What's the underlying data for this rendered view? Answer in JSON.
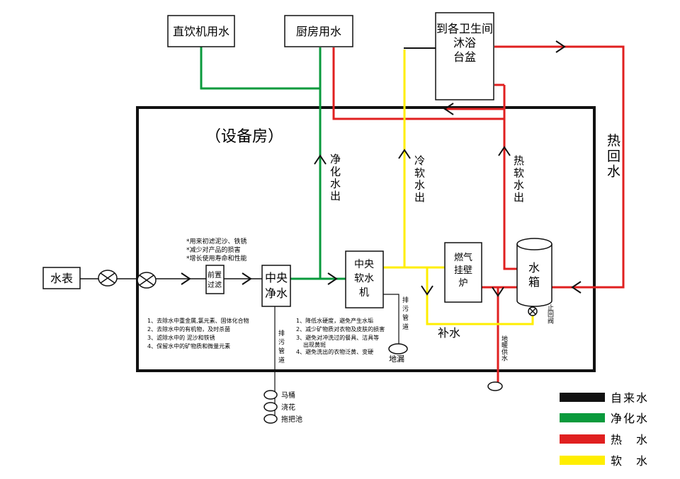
{
  "boxes": {
    "drinking": "直饮机用水",
    "kitchen": "厨房用水",
    "bathroom_lines": [
      "到各卫生间",
      "沐浴",
      "台盆"
    ],
    "water_meter": "水表",
    "prefilter_lines": [
      "前置",
      "过滤"
    ],
    "central_purifier_lines": [
      "中央",
      "净水"
    ],
    "central_softener_lines": [
      "中央",
      "软水",
      "机"
    ],
    "gas_boiler_lines": [
      "燃气",
      "挂壁",
      "炉"
    ],
    "water_tank_lines": [
      "水",
      "箱"
    ]
  },
  "room_title": "（设备房）",
  "flow_labels": {
    "purified_out": "净化水出",
    "cold_soft_out": "冷软水出",
    "hot_soft_out": "热软水出",
    "hot_return": "热回水",
    "makeup_water": "补水",
    "drain_pipe_1": "排污管道",
    "drain_pipe_2": "排污管道",
    "floor_drain": "地漏",
    "check_valve": "止回阀",
    "floor_heating": "地暖供水"
  },
  "notes": {
    "prefilter": [
      "*用来初滤泥沙、铁锈",
      "*减少对产品的损害",
      "*增长使用寿命和性能"
    ],
    "purifier": [
      "1、去除水中重金属,氯元素、固体化合物",
      "2、去除水中的有机物，及时杀菌",
      "3、滤除水中的 泥沙和铁锈",
      "4、保留水中的矿物质和微量元素"
    ],
    "softener": [
      "1、降低水硬度，避免产生水垢",
      "2、减少矿物质对衣物及皮肤的损害",
      "3、避免对冲洗过的餐具、洁具等",
      "出现黄斑",
      "4、避免洗出的衣物泛黄、变硬"
    ]
  },
  "outlets": [
    "马桶",
    "浇花",
    "拖把池"
  ],
  "legend": [
    {
      "label": "自来水",
      "color": "#111111"
    },
    {
      "label": "净化水",
      "color": "#0a9a3c"
    },
    {
      "label": "热　水",
      "color": "#e02020"
    },
    {
      "label": "软　水",
      "color": "#ffee00"
    }
  ]
}
